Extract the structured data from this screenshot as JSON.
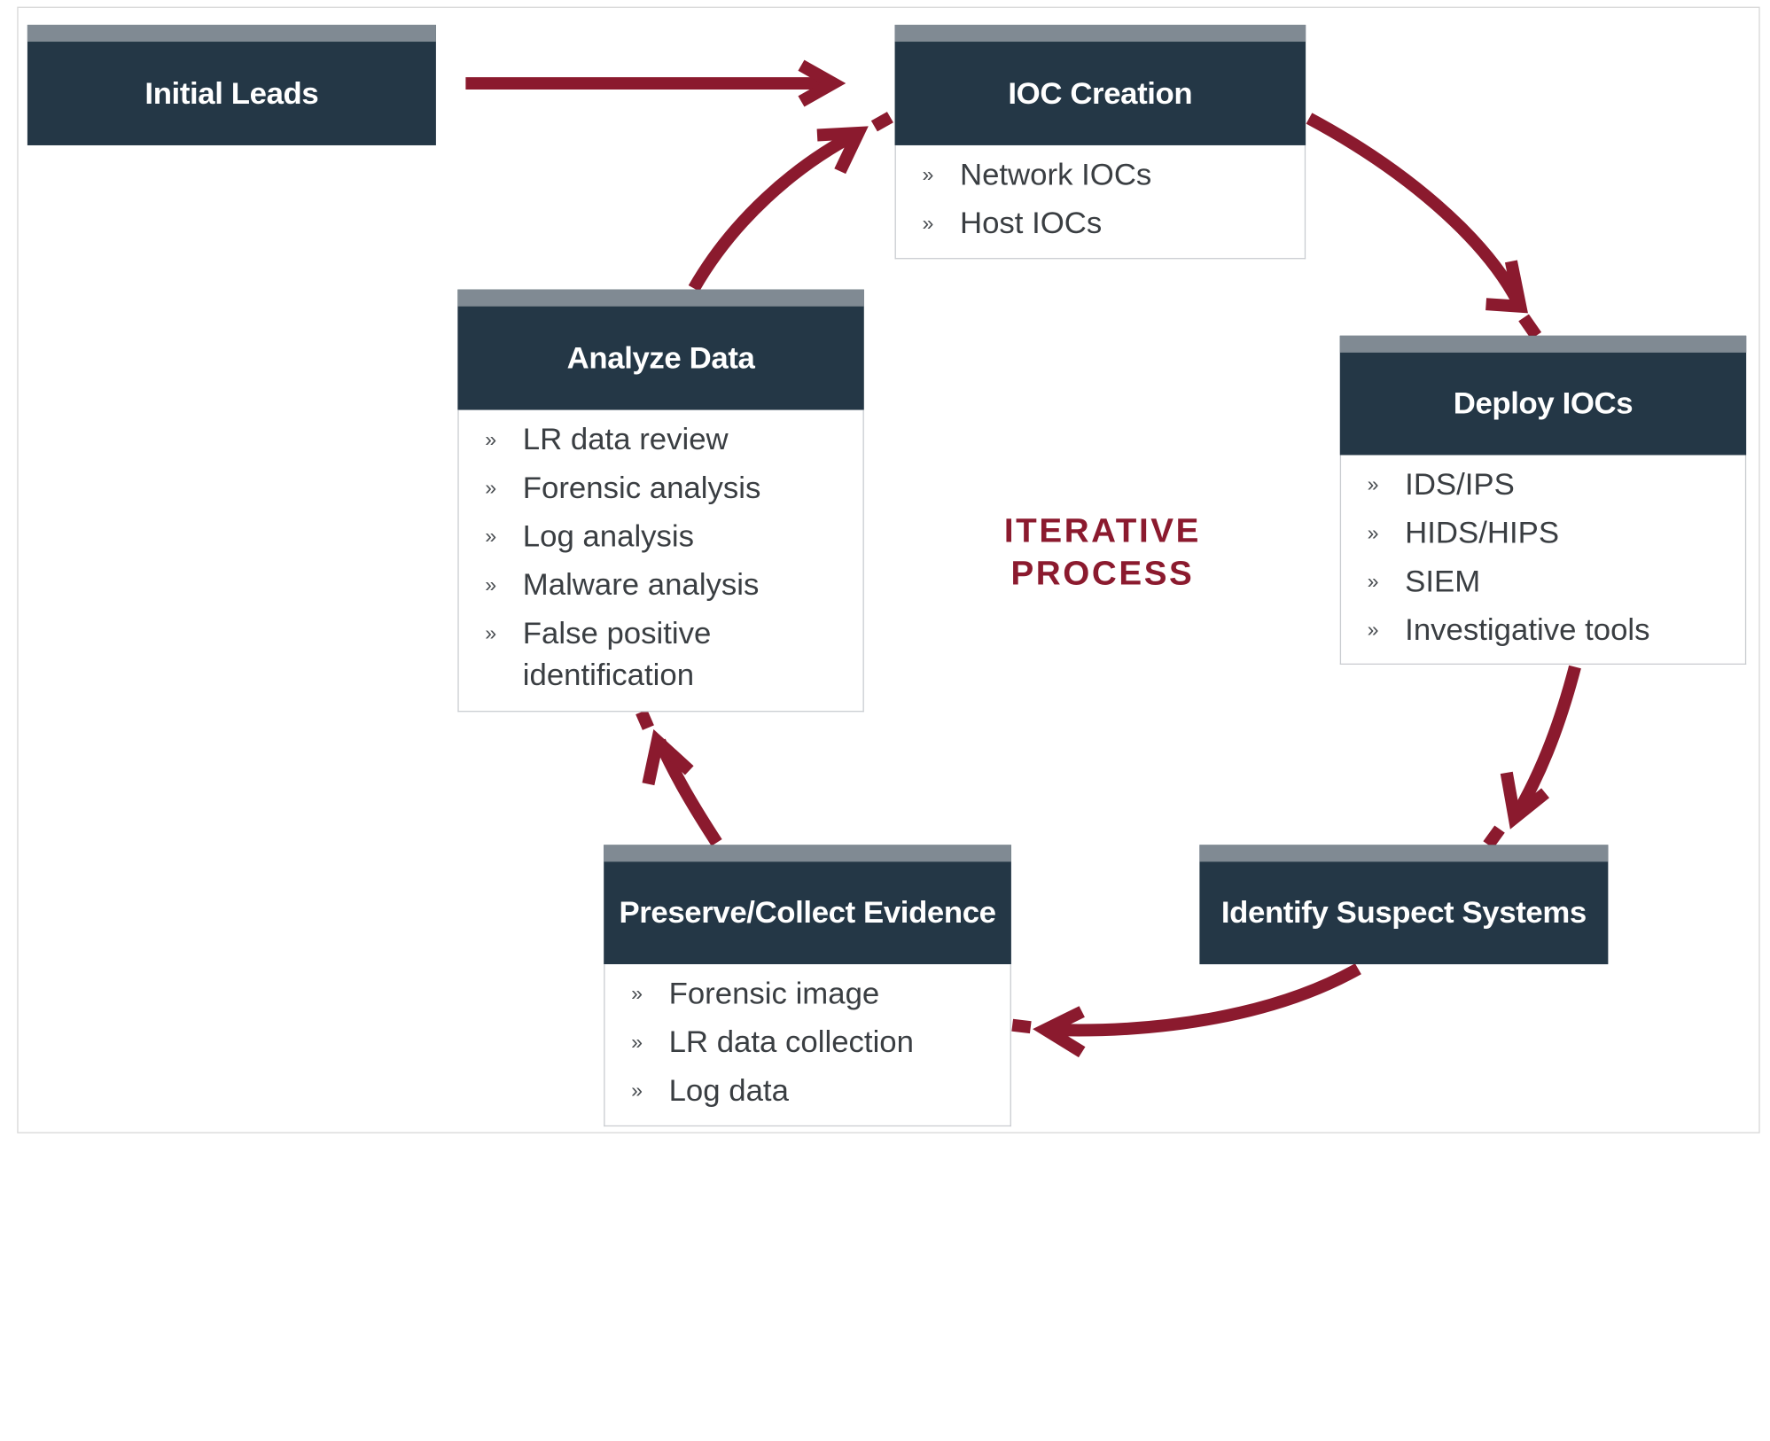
{
  "diagram": {
    "center_label": {
      "line1": "ITERATIVE",
      "line2": "PROCESS"
    },
    "colors": {
      "header_bg": "#243746",
      "header_topbar": "#808a93",
      "arrow": "#8b1a2e",
      "center_label": "#8b1a2e",
      "body_text": "#3a3e42"
    },
    "nodes": {
      "initial_leads": {
        "title": "Initial Leads",
        "items": []
      },
      "ioc_creation": {
        "title": "IOC Creation",
        "items": [
          "Network IOCs",
          "Host IOCs"
        ]
      },
      "deploy_iocs": {
        "title": "Deploy IOCs",
        "items": [
          "IDS/IPS",
          "HIDS/HIPS",
          "SIEM",
          "Investigative tools"
        ]
      },
      "identify_suspect": {
        "title": "Identify Suspect Systems",
        "items": []
      },
      "preserve_collect": {
        "title": "Preserve/Collect Evidence",
        "items": [
          "Forensic image",
          "LR data collection",
          "Log data"
        ]
      },
      "analyze_data": {
        "title": "Analyze Data",
        "items": [
          "LR data review",
          "Forensic analysis",
          "Log analysis",
          "Malware analysis",
          "False positive identification"
        ]
      }
    },
    "bullet_glyph": "»",
    "flow": [
      {
        "from": "Initial Leads",
        "to": "IOC Creation"
      },
      {
        "from": "IOC Creation",
        "to": "Deploy IOCs"
      },
      {
        "from": "Deploy IOCs",
        "to": "Identify Suspect Systems"
      },
      {
        "from": "Identify Suspect Systems",
        "to": "Preserve/Collect Evidence"
      },
      {
        "from": "Preserve/Collect Evidence",
        "to": "Analyze Data"
      },
      {
        "from": "Analyze Data",
        "to": "IOC Creation"
      }
    ]
  }
}
